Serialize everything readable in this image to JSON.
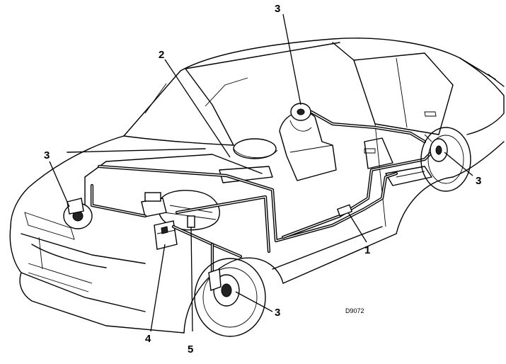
{
  "callouts": [
    {
      "id": "c1",
      "label": "1"
    },
    {
      "id": "c2",
      "label": "2"
    },
    {
      "id": "c3a",
      "label": "3"
    },
    {
      "id": "c3b",
      "label": "3"
    },
    {
      "id": "c3c",
      "label": "3"
    },
    {
      "id": "c3d",
      "label": "3"
    },
    {
      "id": "c4",
      "label": "4"
    },
    {
      "id": "c5",
      "label": "5"
    }
  ],
  "drawing_code": "D9072"
}
